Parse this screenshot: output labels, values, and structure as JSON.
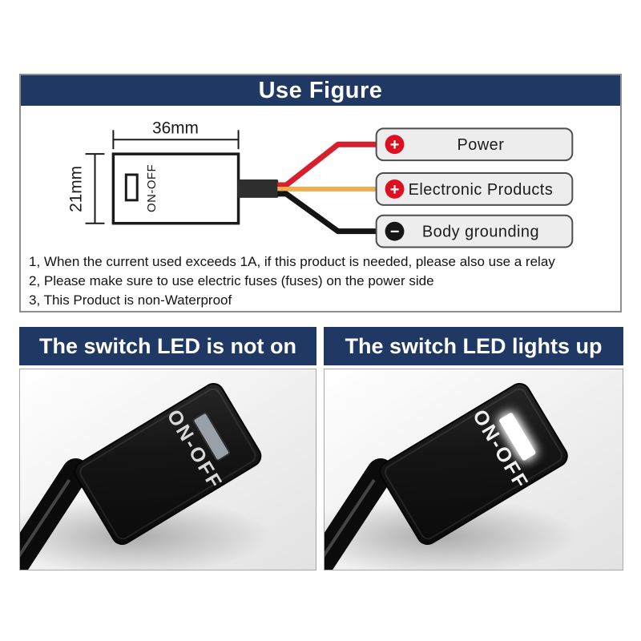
{
  "top": {
    "title": "Use Figure",
    "diagram": {
      "width_label": "36mm",
      "height_label": "21mm",
      "switch_label": "ON-OFF",
      "connections": [
        {
          "symbol": "+",
          "label": "Power"
        },
        {
          "symbol": "+",
          "label": "Electronic Products"
        },
        {
          "symbol": "−",
          "label": "Body grounding"
        }
      ]
    },
    "notes": [
      "1, When the current used exceeds 1A, if this product is needed, please also use a relay",
      "2, Please make sure to use electric fuses (fuses) on the power side",
      "3, This Product is non-Waterproof"
    ]
  },
  "comparison": {
    "left": {
      "title": "The switch LED is not on",
      "switch_label": "ON-OFF",
      "led_state": "off"
    },
    "right": {
      "title": "The switch LED lights up",
      "switch_label": "ON-OFF",
      "led_state": "on"
    }
  },
  "colors": {
    "banner_bg": "#1f3864",
    "banner_text": "#ffffff",
    "panel_border": "#8e8e8e",
    "wire_power": "#d6202e",
    "wire_electronics": "#f0ad4c",
    "wire_ground": "#141414",
    "plus_badge": "#dc1021",
    "minus_badge": "#161616",
    "label_box_bg": "#ededed",
    "led_off": "#9aa0a8",
    "led_on": "#ffffff"
  }
}
